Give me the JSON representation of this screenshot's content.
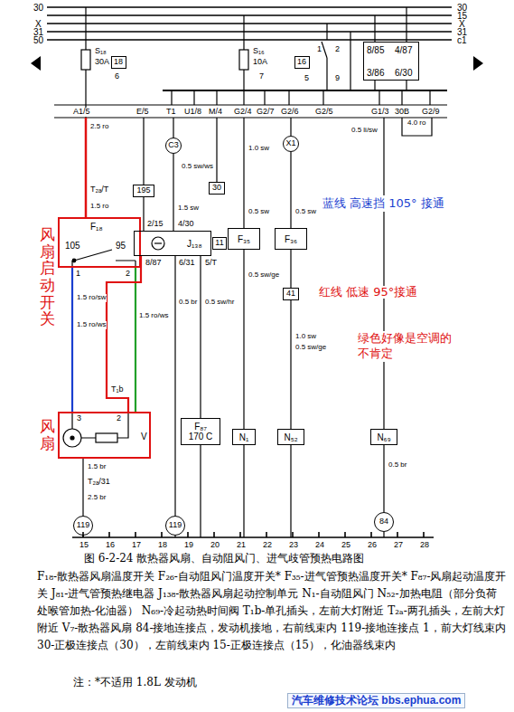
{
  "diagram": {
    "caption": "图 6-2-24  散热器风扇、自动阻风门、进气歧管预热电路图",
    "nodes": [
      {
        "text": [
          "F₁₈",
          "105",
          "95"
        ]
      },
      {
        "text": [
          "J₁₃₈"
        ]
      },
      {
        "text": [
          "V"
        ]
      },
      {
        "text": [
          "F₈₇",
          "170 C"
        ]
      },
      {
        "text": [
          "N₁"
        ]
      },
      {
        "text": [
          "N₅₂"
        ]
      },
      {
        "text": [
          "N₆₉"
        ]
      },
      {
        "text": [
          "F₃₅"
        ]
      },
      {
        "text": [
          "F₃₆"
        ]
      },
      {
        "text": [
          "8/85",
          "4/87",
          "3/86",
          "6/30"
        ]
      },
      {
        "text": [
          "18"
        ]
      },
      {
        "text": [
          "16"
        ]
      },
      {
        "text": [
          "195"
        ]
      },
      {
        "text": [
          "30"
        ]
      },
      {
        "text": [
          "11"
        ]
      },
      {
        "text": [
          "41"
        ]
      },
      {
        "text": [
          "C3"
        ]
      },
      {
        "text": [
          "X1"
        ]
      },
      {
        "text": [
          "119"
        ]
      },
      {
        "text": [
          "119"
        ]
      },
      {
        "text": [
          "84"
        ]
      }
    ],
    "edges": [
      {
        "from": 0,
        "to": 2,
        "arrow": "none"
      },
      {
        "from": 0,
        "to": 2,
        "arrow": "none"
      },
      {
        "from": 1,
        "to": 2,
        "arrow": "none"
      },
      {
        "from": 16,
        "to": 1,
        "arrow": "none"
      },
      {
        "from": 12,
        "to": 1,
        "arrow": "none"
      },
      {
        "from": 17,
        "to": 8,
        "arrow": "none"
      },
      {
        "from": 7,
        "to": 4,
        "arrow": "none"
      },
      {
        "from": 8,
        "to": 15,
        "arrow": "none"
      },
      {
        "from": 15,
        "to": 5,
        "arrow": "none"
      },
      {
        "from": 2,
        "to": 18,
        "arrow": "none"
      },
      {
        "from": 1,
        "to": 19,
        "arrow": "none"
      },
      {
        "from": 1,
        "to": 3,
        "arrow": "none"
      },
      {
        "from": 6,
        "to": 20,
        "arrow": "none"
      }
    ],
    "labels": [
      "30",
      "X",
      "31",
      "50",
      "30",
      "15",
      "X",
      "31",
      "c1",
      "S₁₈",
      "30A",
      "6",
      "S₁₆",
      "10A",
      "7",
      "1",
      "2",
      "5",
      "9",
      "A1/5",
      "E/5",
      "T1",
      "U1/8",
      "M/4",
      "G2/4",
      "G2/7",
      "G2/6",
      "G2/5",
      "G1/3",
      "30B",
      "G2/9",
      "2.5 ro",
      "0.5 sw/ws",
      "1.0 sw",
      "0.5 li/sw",
      "4.0 ro",
      "T₂ₐ/T",
      "1.5 ro",
      "1.5 sw",
      "2/15",
      "4/30",
      "8/87",
      "6/31",
      "5/T",
      "0.5 sw",
      "0.5 sw",
      "1",
      "2",
      "1.5 ro/sw",
      "1.5 ro/ws",
      "1.5 ro/ws",
      "0.5 br",
      "0.5 sw/hr",
      "0.5 sw/ge",
      "1.0 sw",
      "0.5 sw/ge",
      "3",
      "2",
      "1.5 br",
      "T₂ₐ/31",
      "2.5 br",
      "0.5 br",
      "15",
      "16",
      "17",
      "18",
      "19",
      "20",
      "21",
      "22",
      "23",
      "24",
      "25",
      "26",
      "27",
      "28",
      "蓝线 高速挡 105° 接通",
      "红线 低速 95°接通",
      "绿色好像是空调的不肯定",
      "风扇启动开关",
      "风扇",
      "F₁₈-散热器风扇温度开关 F₂₆-自动阻风门温度开关* F₃₅-进气管预热温度开关* F₈₇-风扇起动温度开关 J₈₁-进气管预热继电器 J₁₃₈-散热器风扇起动控制单元 N₁-自动阻风门 N₅₂-加热电阻（部分负荷处喉管加热-化油器） N₆₉-冷起动热时间阀 T₁b-单孔插头，左前大灯附近 T₂ₐ-两孔插头，左前大灯附近 V₇-散热器风扇 84-接地连接点，发动机接地，右前线束内 119-接地连接点 1，前大灯线束内 30-正极连接点（30），左前线束内 15-正极连接点（15），化油器线束内",
      "注：*不适用 1.8L 发动机",
      "汽车维修技术论坛 bbs.ephua.com",
      "T₁b"
    ]
  }
}
